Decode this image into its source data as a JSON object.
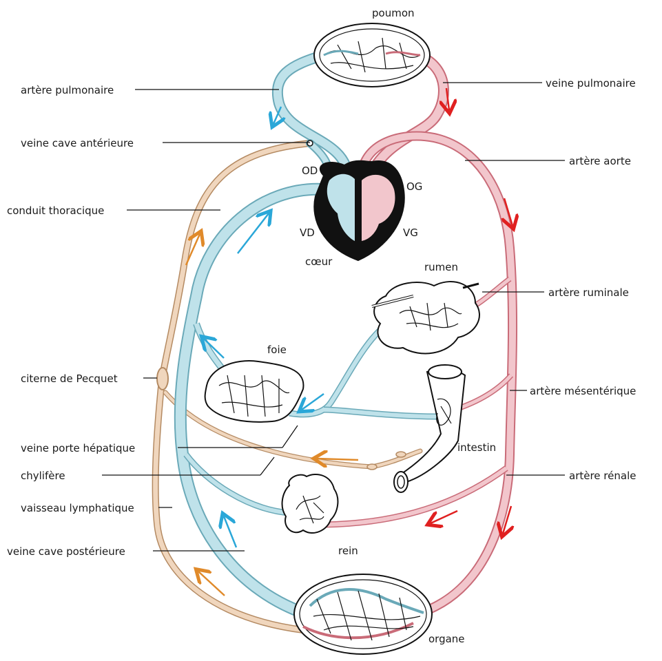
{
  "colors": {
    "venous": "#bfe2ea",
    "venous_edge": "#6aa9b8",
    "arterial": "#f2c6cc",
    "arterial_edge": "#c96b78",
    "lymph": "#f0d6bd",
    "lymph_edge": "#b48a62",
    "arrow_blue": "#2aa7d8",
    "arrow_red": "#e02020",
    "arrow_orange": "#e08a2a",
    "heart_wall": "#111111"
  },
  "organs": {
    "lung": "poumon",
    "heart": "cœur",
    "right_atrium": "OD",
    "left_atrium": "OG",
    "right_ventricle": "VD",
    "left_ventricle": "VG",
    "rumen": "rumen",
    "liver": "foie",
    "intestine": "intestin",
    "kidney": "rein",
    "organ": "organe"
  },
  "labels_left": {
    "pulmonary_artery": "artère pulmonaire",
    "anterior_vena_cava": "veine cave antérieure",
    "thoracic_duct": "conduit thoracique",
    "cisterna_chyli": "citerne de Pecquet",
    "hepatic_portal_vein": "veine porte hépatique",
    "lacteal": "chylifère",
    "lymph_vessel": "vaisseau lymphatique",
    "posterior_vena_cava": "veine cave postérieure"
  },
  "labels_right": {
    "pulmonary_vein": "veine pulmonaire",
    "aorta": "artère aorte",
    "ruminal_artery": "artère ruminale",
    "mesenteric_artery": "artère mésentérique",
    "renal_artery": "artère rénale"
  }
}
